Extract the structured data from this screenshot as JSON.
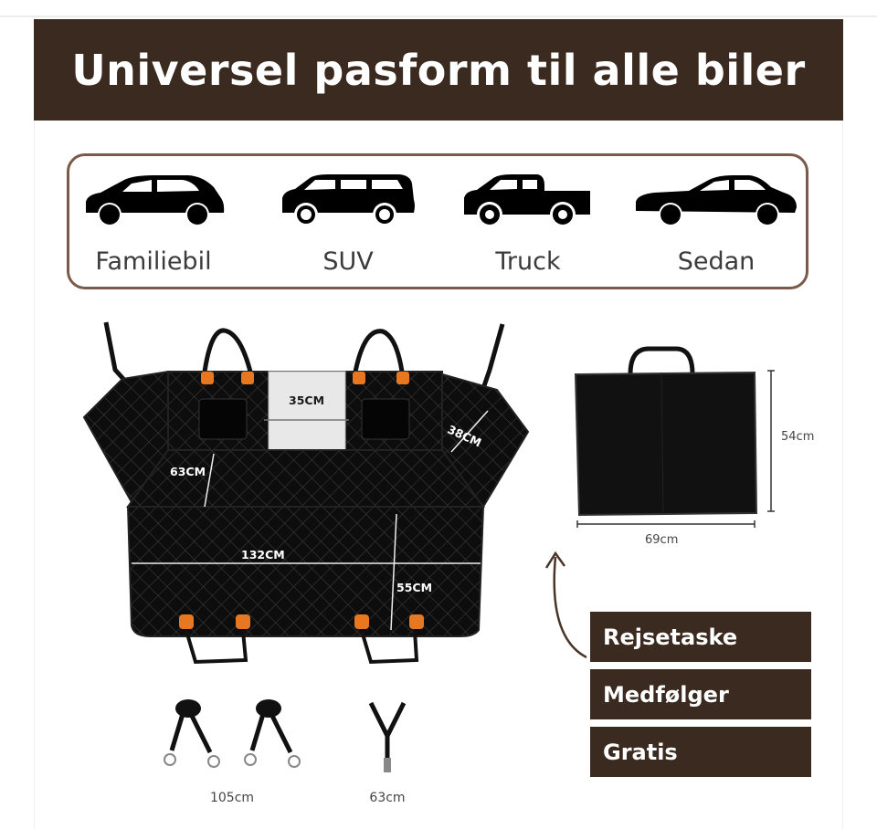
{
  "banner": {
    "title": "Universel pasform til alle biler"
  },
  "vehicles": [
    {
      "label": "Familiebil",
      "icon": "hatchback-car-icon"
    },
    {
      "label": "SUV",
      "icon": "suv-car-icon"
    },
    {
      "label": "Truck",
      "icon": "pickup-truck-icon"
    },
    {
      "label": "Sedan",
      "icon": "sedan-car-icon"
    }
  ],
  "seat_cover": {
    "dimensions": {
      "window_width": "35CM",
      "backrest_height": "38CM",
      "seat_depth": "63CM",
      "width": "132CM",
      "drop_height": "55CM"
    }
  },
  "bag": {
    "height": "54cm",
    "width": "69cm"
  },
  "promo": {
    "line1": "Rejsetaske",
    "line2": "Medfølger",
    "line3": "Gratis"
  },
  "accessories": {
    "strap_length": "105cm",
    "seatbelt_length": "63cm"
  },
  "colors": {
    "brand_brown": "#3a2a1f",
    "border_brown": "#7a5a4a",
    "accent_orange": "#e87722"
  }
}
